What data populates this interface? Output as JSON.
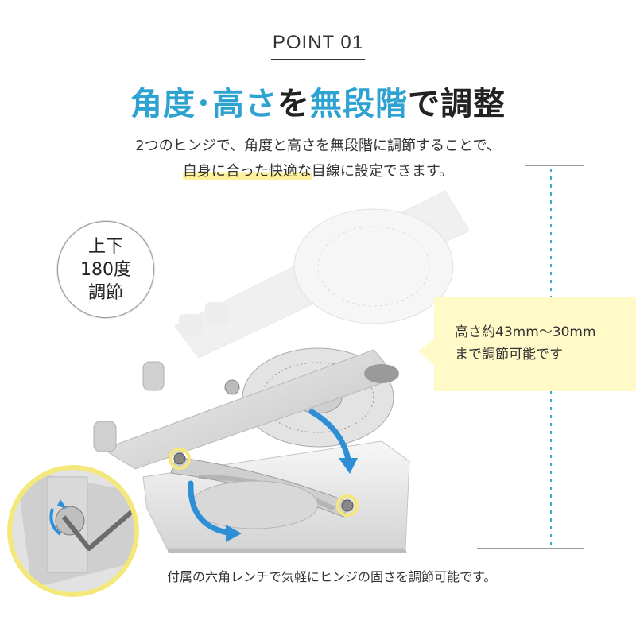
{
  "header": {
    "point_label": "POINT 01",
    "title_part1": "角度･高さ",
    "title_part2": "を",
    "title_part3": "無段階",
    "title_part4": "で調整",
    "subtitle_line1": "2つのヒンジで、角度と高さを無段階に調節することで、",
    "subtitle_line2_hl": "自身に合った快適な",
    "subtitle_line2_rest": "目線に設定できます。"
  },
  "badge": {
    "line1": "上下",
    "line2": "180度",
    "line3": "調節"
  },
  "callout": {
    "line1": "高さ約43mm～30mm",
    "line2": "まで調節可能です"
  },
  "caption": "付属の六角レンチで気軽にヒンジの固さを調節可能です。",
  "colors": {
    "accent_blue": "#2ea3d2",
    "highlight_yellow": "#fff19a",
    "callout_bg": "#fffac8",
    "dashed_line": "#3aaed6"
  }
}
